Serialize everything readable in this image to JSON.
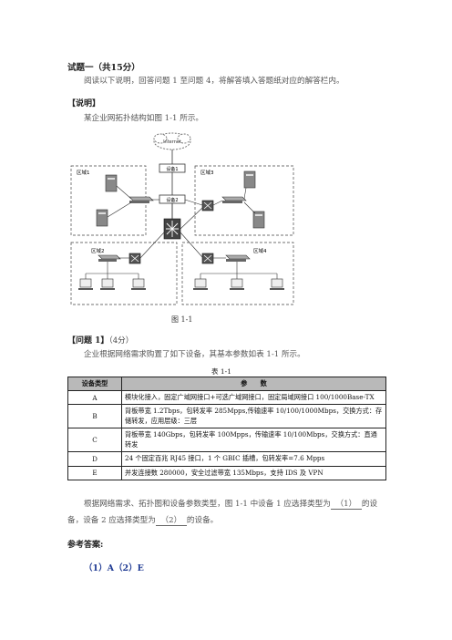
{
  "heading": "试题一（共15分）",
  "intro": "阅读以下说明，回答问题 1 至问题 4，将解答填入答题纸对应的解答栏内。",
  "section_note": "【说明】",
  "note_text": "某企业网拓扑结构如图 1-1 所示。",
  "figure": {
    "caption": "图 1-1",
    "internet_label": "Internet",
    "device_labels": [
      "设备1",
      "设备2"
    ],
    "zone_labels": [
      "区域1",
      "区域2",
      "区域3",
      "区域4"
    ]
  },
  "question1": {
    "title": "【问题 1】",
    "score": "（4分）",
    "text": "企业根据网络需求购置了如下设备，其基本参数如表 1-1 所示。"
  },
  "table": {
    "caption": "表 1-1",
    "headers": [
      "设备类型",
      "参　　数"
    ],
    "rows": [
      {
        "type": "A",
        "params": "模块化接入，固定广域网接口+可选广域网接口，固定局域网接口 100/1000Base-TX"
      },
      {
        "type": "B",
        "params": "背板带宽 1.2Tbps，包转发率 285Mpps,传输速率 10/100/1000Mbps，交换方式：存储转发，应用层级：三层"
      },
      {
        "type": "C",
        "params": "背板带宽 140Gbps，包转发率 100Mpps，传输速率 10/100Mbps，交换方式：直通转发"
      },
      {
        "type": "D",
        "params": "24 个固定百兆 RJ45 接口，1 个 GBIC 插槽，包转发率=7.6 Mpps"
      },
      {
        "type": "E",
        "params": "并发连接数 280000，安全过滤带宽 135Mbps，支持 IDS 及 VPN"
      }
    ]
  },
  "fill_text": {
    "part1": "根据网络需求、拓扑图和设备参数类型，图 1-1 中设备 1 应选择类型为",
    "blank1": "（1）",
    "part2": "的设",
    "part3": "备，设备 2 应选择类型为",
    "blank2": "（2）",
    "part4": "的设备。"
  },
  "answer_label": "参考答案:",
  "answer_text": "（1）A（2）E"
}
